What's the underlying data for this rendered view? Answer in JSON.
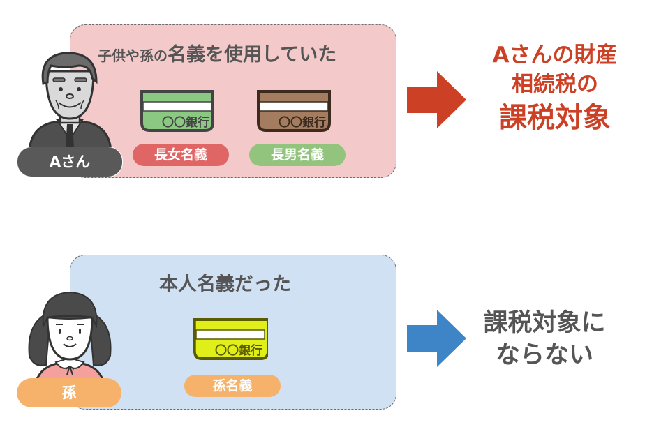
{
  "colors": {
    "panel_a_bg": "#f3c9ca",
    "panel_b_bg": "#cfe1f2",
    "arrow_a": "#cc4125",
    "arrow_b": "#3d85c6",
    "result_a_text": "#cc4125",
    "result_b_text": "#555555",
    "badge_eldest_daughter": "#e06666",
    "badge_eldest_son": "#93c47d",
    "badge_grandchild": "#f6b26b",
    "name_badge_a": "#595959"
  },
  "case_a": {
    "person_label": "Aさん",
    "heading_small": "子供や孫の",
    "heading_large": "名義を使用していた",
    "cards": [
      {
        "bank": "〇〇銀行",
        "badge": "長女名義",
        "card_color": "#8bc983",
        "border": "#444444",
        "badge_color": "#e06666"
      },
      {
        "bank": "〇〇銀行",
        "badge": "長男名義",
        "card_color": "#a47d60",
        "border": "#3b2a1d",
        "badge_color": "#93c47d"
      }
    ],
    "result_lines": [
      "Aさんの財産",
      "相続税の",
      "課税対象"
    ]
  },
  "case_b": {
    "person_label": "孫",
    "heading": "本人名義だった",
    "cards": [
      {
        "bank": "〇〇銀行",
        "badge": "孫名義",
        "card_color": "#e0ef1a",
        "border": "#5b5b00",
        "badge_color": "#f6b26b"
      }
    ],
    "result_lines": [
      "課税対象に",
      "ならない"
    ]
  }
}
